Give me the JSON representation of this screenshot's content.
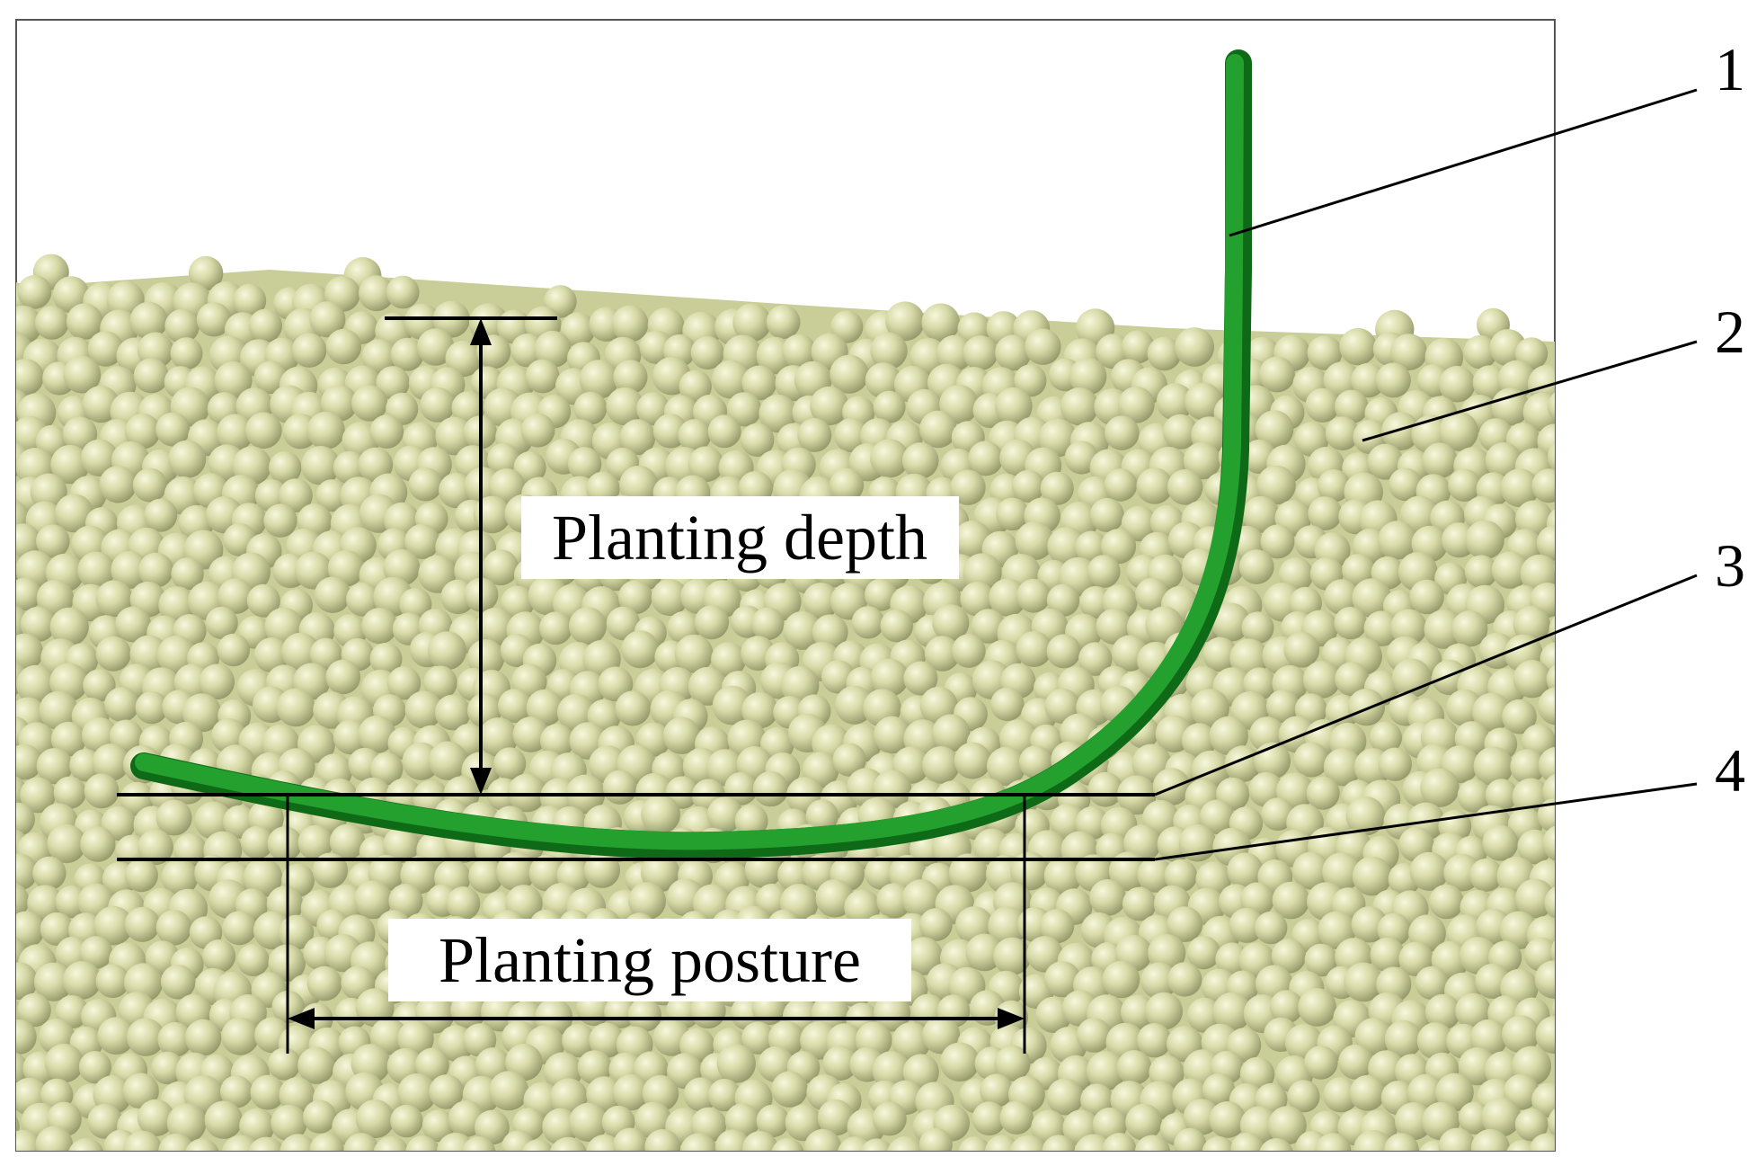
{
  "diagram": {
    "labels": {
      "depth": "Planting depth",
      "posture": "Planting posture"
    },
    "callouts": [
      "1",
      "2",
      "3",
      "4"
    ],
    "colors": {
      "soil_light": "#e8ecc0",
      "soil_mid": "#c9cd98",
      "soil_dark": "#8f9466",
      "seedling": "#1e9628",
      "seedling_dark": "#0f6a18",
      "line": "#000000",
      "frame": "#555555"
    }
  }
}
